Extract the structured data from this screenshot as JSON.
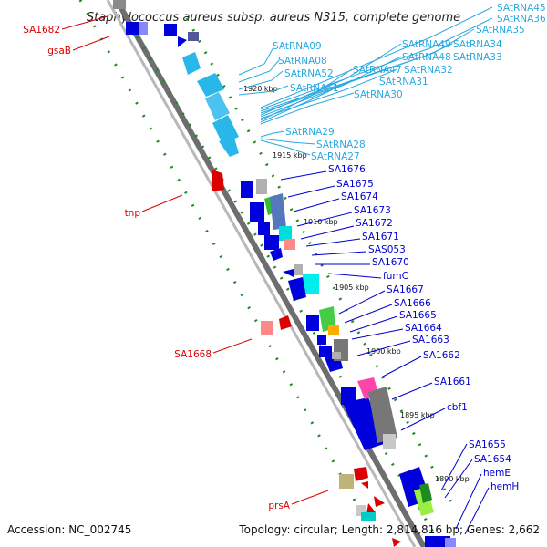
{
  "header": {
    "title": "Staphylococcus aureus subsp. aureus N315, complete genome"
  },
  "footer": {
    "accession": "Accession: NC_002745",
    "summary": "Topology: circular; Length: 2,814,816 bp; Genes: 2,662"
  },
  "colors": {
    "label_right": "#0000cc",
    "label_rna": "#29a8e0",
    "label_left": "#dd0000",
    "backbone": "#8a8a8a",
    "tick": "#1f8a1f"
  },
  "kbp_ticks": [
    "1920 kbp",
    "1915 kbp",
    "1910 kbp",
    "1905 kbp",
    "1900 kbp",
    "1895 kbp",
    "1890 kbp"
  ],
  "rna_labels": [
    "SAtRNA45",
    "SAtRNA36",
    "SAtRNA35",
    "SAtRNA49",
    "SAtRNA34",
    "SAtRNA09",
    "SAtRNA48",
    "SAtRNA33",
    "SAtRNA08",
    "SAtRNA47",
    "SAtRNA32",
    "SAtRNA52",
    "SAtRNA31",
    "SAtRNA51",
    "SAtRNA30",
    "SAtRNA29",
    "SAtRNA28",
    "SAtRNA27"
  ],
  "right_labels": [
    "SA1676",
    "SA1675",
    "SA1674",
    "SA1673",
    "SA1672",
    "SA1671",
    "SAS053",
    "SA1670",
    "fumC",
    "SA1667",
    "SA1666",
    "SA1665",
    "SA1664",
    "SA1663",
    "SA1662",
    "SA1661",
    "cbf1",
    "SA1655",
    "SA1654",
    "hemE",
    "hemH"
  ],
  "left_labels": [
    "SA1682",
    "gsaB",
    "tnp",
    "SA1668",
    "prsA"
  ]
}
